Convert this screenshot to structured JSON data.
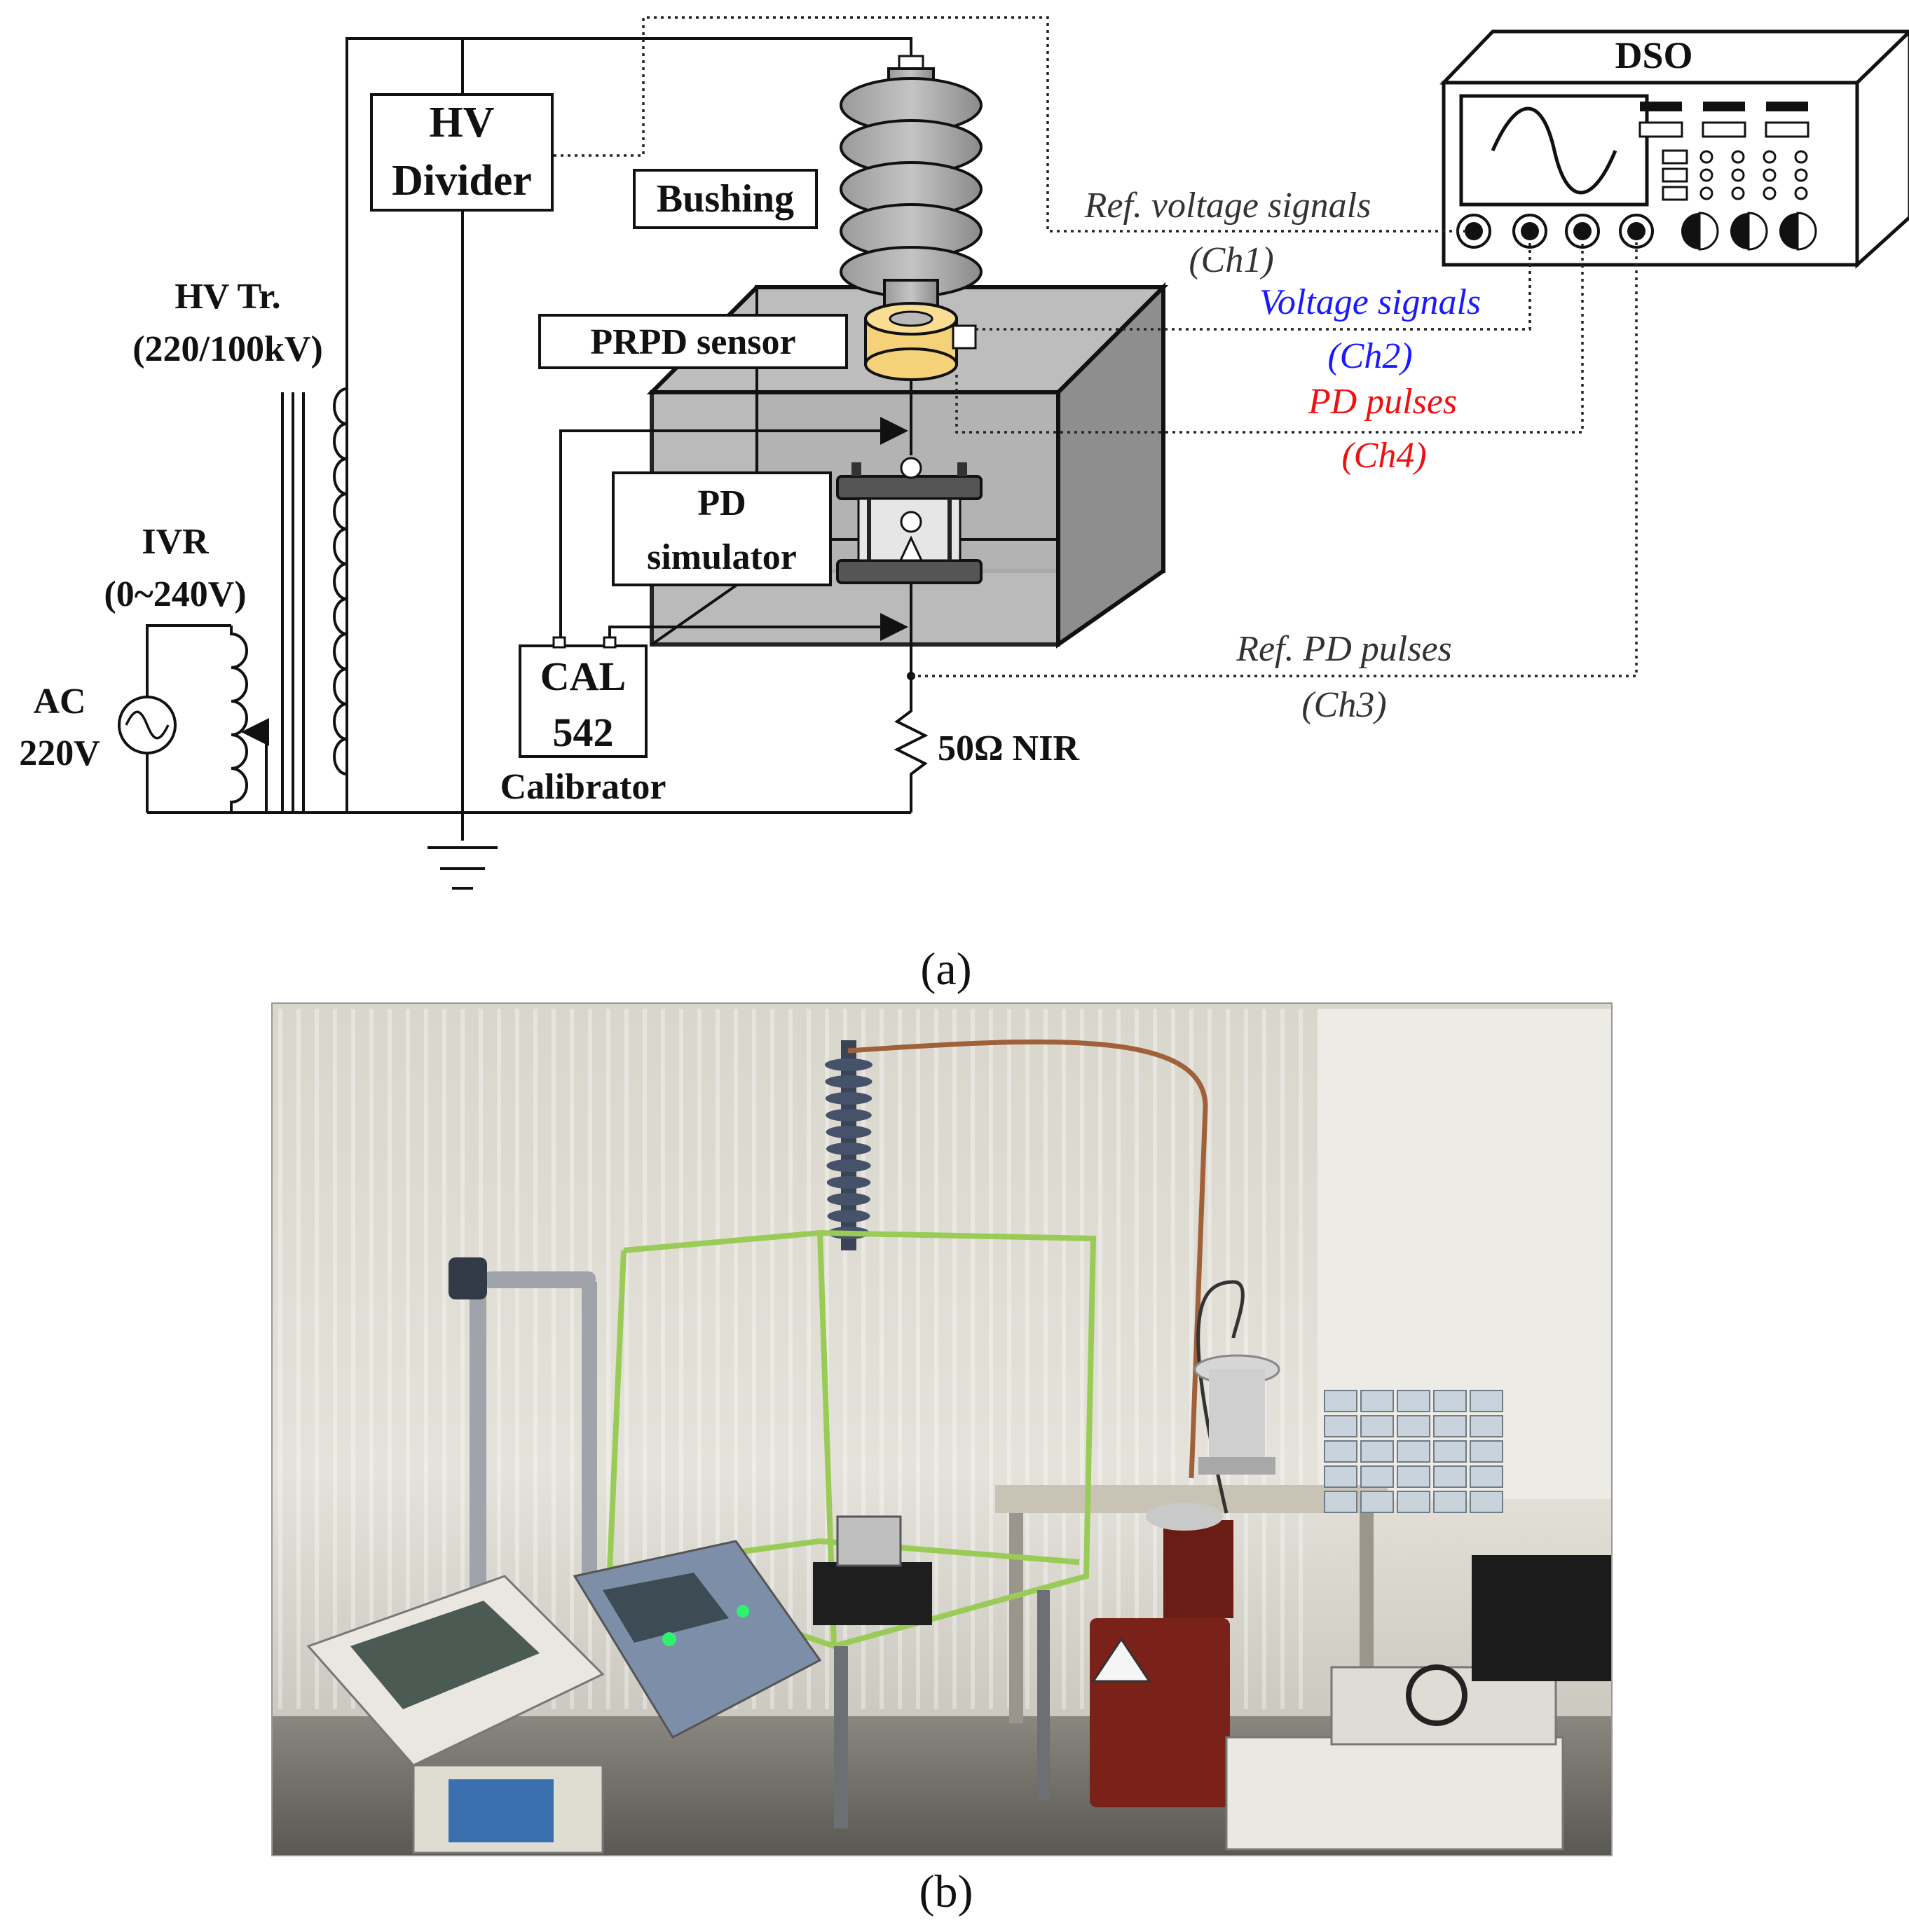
{
  "diagram": {
    "labels": {
      "hv_divider_line1": "HV",
      "hv_divider_line2": "Divider",
      "bushing": "Bushing",
      "hv_tr_line1": "HV Tr.",
      "hv_tr_line2": "(220/100kV)",
      "ivr_line1": "IVR",
      "ivr_line2": "(0~240V)",
      "ac_line1": "AC",
      "ac_line2": "220V",
      "prpd_sensor": "PRPD sensor",
      "pd_sim_line1": "PD",
      "pd_sim_line2": "simulator",
      "cal_line1": "CAL",
      "cal_line2": "542",
      "calibrator": "Calibrator",
      "nir": "50Ω NIR",
      "dso": "DSO"
    },
    "signals": [
      {
        "label": "Ref. voltage signals",
        "channel": "(Ch1)",
        "color": "#333333"
      },
      {
        "label": "Voltage signals",
        "channel": "(Ch2)",
        "color": "#1a1aff"
      },
      {
        "label": "PD pulses",
        "channel": "(Ch4)",
        "color": "#ee1111"
      },
      {
        "label": "Ref. PD pulses",
        "channel": "(Ch3)",
        "color": "#333333"
      }
    ],
    "caption": "(a)"
  },
  "photo": {
    "caption": "(b)"
  }
}
